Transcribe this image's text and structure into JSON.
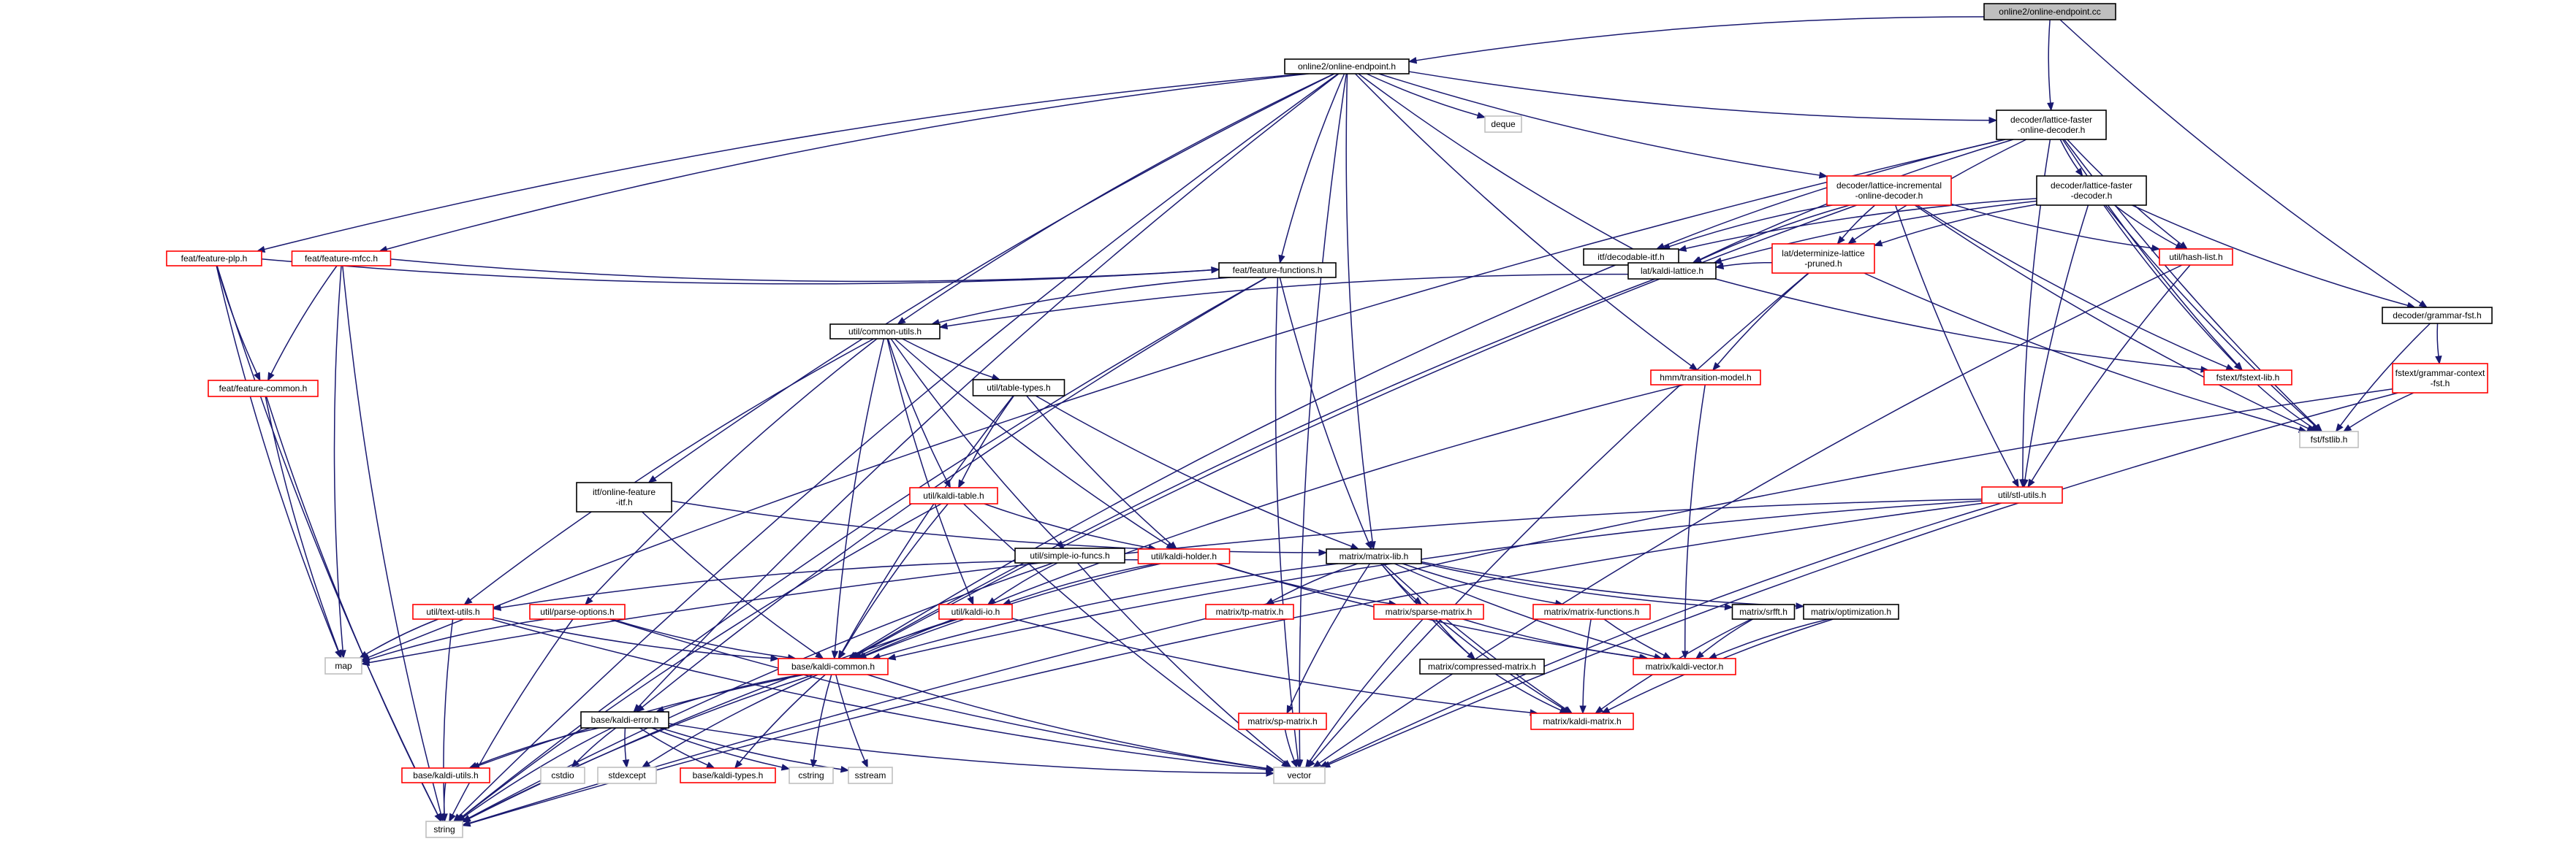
{
  "title": "online2/online-endpoint.cc include dependency graph",
  "colors": {
    "edge": "#191970",
    "root_fill": "#bfbfbf",
    "black_border": "#000000",
    "red_border": "#ff0000",
    "gray_border": "#bfbfbf"
  },
  "nodes": [
    {
      "id": "root",
      "label": [
        "online2/online-endpoint.cc"
      ],
      "style": "root"
    },
    {
      "id": "endpoint_h",
      "label": [
        "online2/online-endpoint.h"
      ],
      "style": "black"
    },
    {
      "id": "deque",
      "label": [
        "deque"
      ],
      "style": "gray"
    },
    {
      "id": "lfod",
      "label": [
        "decoder/lattice-faster",
        "-online-decoder.h"
      ],
      "style": "black"
    },
    {
      "id": "grammar_fst",
      "label": [
        "decoder/grammar-fst.h"
      ],
      "style": "black"
    },
    {
      "id": "lid",
      "label": [
        "decoder/lattice-incremental",
        "-online-decoder.h"
      ],
      "style": "red"
    },
    {
      "id": "lfd",
      "label": [
        "decoder/lattice-faster",
        "-decoder.h"
      ],
      "style": "black"
    },
    {
      "id": "feat_plp",
      "label": [
        "feat/feature-plp.h"
      ],
      "style": "red"
    },
    {
      "id": "feat_mfcc",
      "label": [
        "feat/feature-mfcc.h"
      ],
      "style": "red"
    },
    {
      "id": "decodable_itf",
      "label": [
        "itf/decodable-itf.h"
      ],
      "style": "black"
    },
    {
      "id": "hash_list",
      "label": [
        "util/hash-list.h"
      ],
      "style": "red"
    },
    {
      "id": "det_lat",
      "label": [
        "lat/determinize-lattice",
        "-pruned.h"
      ],
      "style": "red"
    },
    {
      "id": "feat_func",
      "label": [
        "feat/feature-functions.h"
      ],
      "style": "black"
    },
    {
      "id": "kaldi_lattice",
      "label": [
        "lat/kaldi-lattice.h"
      ],
      "style": "black"
    },
    {
      "id": "gram_ctx",
      "label": [
        "fstext/grammar-context",
        "-fst.h"
      ],
      "style": "red"
    },
    {
      "id": "common_utils",
      "label": [
        "util/common-utils.h"
      ],
      "style": "black"
    },
    {
      "id": "trans_model",
      "label": [
        "hmm/transition-model.h"
      ],
      "style": "red"
    },
    {
      "id": "fstext_lib",
      "label": [
        "fstext/fstext-lib.h"
      ],
      "style": "red"
    },
    {
      "id": "feat_common",
      "label": [
        "feat/feature-common.h"
      ],
      "style": "red"
    },
    {
      "id": "table_types",
      "label": [
        "util/table-types.h"
      ],
      "style": "black"
    },
    {
      "id": "fstlib",
      "label": [
        "fst/fstlib.h"
      ],
      "style": "gray"
    },
    {
      "id": "online_feat_itf",
      "label": [
        "itf/online-feature",
        "-itf.h"
      ],
      "style": "black"
    },
    {
      "id": "kaldi_table",
      "label": [
        "util/kaldi-table.h"
      ],
      "style": "red"
    },
    {
      "id": "stl_utils",
      "label": [
        "util/stl-utils.h"
      ],
      "style": "red"
    },
    {
      "id": "simple_io",
      "label": [
        "util/simple-io-funcs.h"
      ],
      "style": "black"
    },
    {
      "id": "matrix_lib",
      "label": [
        "matrix/matrix-lib.h"
      ],
      "style": "black"
    },
    {
      "id": "kaldi_holder",
      "label": [
        "util/kaldi-holder.h"
      ],
      "style": "red"
    },
    {
      "id": "text_utils",
      "label": [
        "util/text-utils.h"
      ],
      "style": "red"
    },
    {
      "id": "parse_options",
      "label": [
        "util/parse-options.h"
      ],
      "style": "red"
    },
    {
      "id": "kaldi_io",
      "label": [
        "util/kaldi-io.h"
      ],
      "style": "red"
    },
    {
      "id": "tp_matrix",
      "label": [
        "matrix/tp-matrix.h"
      ],
      "style": "red"
    },
    {
      "id": "sparse_matrix",
      "label": [
        "matrix/sparse-matrix.h"
      ],
      "style": "red"
    },
    {
      "id": "matrix_functions",
      "label": [
        "matrix/matrix-functions.h"
      ],
      "style": "red"
    },
    {
      "id": "srfft",
      "label": [
        "matrix/srfft.h"
      ],
      "style": "black"
    },
    {
      "id": "optimization",
      "label": [
        "matrix/optimization.h"
      ],
      "style": "black"
    },
    {
      "id": "map",
      "label": [
        "map"
      ],
      "style": "gray"
    },
    {
      "id": "kaldi_common",
      "label": [
        "base/kaldi-common.h"
      ],
      "style": "red"
    },
    {
      "id": "compressed_matrix",
      "label": [
        "matrix/compressed-matrix.h"
      ],
      "style": "black"
    },
    {
      "id": "kaldi_vector",
      "label": [
        "matrix/kaldi-vector.h"
      ],
      "style": "red"
    },
    {
      "id": "kaldi_error",
      "label": [
        "base/kaldi-error.h"
      ],
      "style": "black"
    },
    {
      "id": "sp_matrix",
      "label": [
        "matrix/sp-matrix.h"
      ],
      "style": "red"
    },
    {
      "id": "kaldi_matrix",
      "label": [
        "matrix/kaldi-matrix.h"
      ],
      "style": "red"
    },
    {
      "id": "kaldi_utils",
      "label": [
        "base/kaldi-utils.h"
      ],
      "style": "red"
    },
    {
      "id": "cstdio",
      "label": [
        "cstdio"
      ],
      "style": "gray"
    },
    {
      "id": "stdexcept",
      "label": [
        "stdexcept"
      ],
      "style": "gray"
    },
    {
      "id": "kaldi_types",
      "label": [
        "base/kaldi-types.h"
      ],
      "style": "red"
    },
    {
      "id": "cstring",
      "label": [
        "cstring"
      ],
      "style": "gray"
    },
    {
      "id": "sstream",
      "label": [
        "sstream"
      ],
      "style": "gray"
    },
    {
      "id": "vector",
      "label": [
        "vector"
      ],
      "style": "gray"
    },
    {
      "id": "string",
      "label": [
        "string"
      ],
      "style": "gray"
    }
  ],
  "edges": [
    [
      "root",
      "endpoint_h"
    ],
    [
      "root",
      "lfod"
    ],
    [
      "root",
      "grammar_fst"
    ],
    [
      "endpoint_h",
      "deque"
    ],
    [
      "endpoint_h",
      "lfod"
    ],
    [
      "endpoint_h",
      "lid"
    ],
    [
      "endpoint_h",
      "feat_plp"
    ],
    [
      "endpoint_h",
      "feat_mfcc"
    ],
    [
      "endpoint_h",
      "feat_func"
    ],
    [
      "endpoint_h",
      "common_utils"
    ],
    [
      "endpoint_h",
      "online_feat_itf"
    ],
    [
      "endpoint_h",
      "kaldi_lattice"
    ],
    [
      "endpoint_h",
      "trans_model"
    ],
    [
      "endpoint_h",
      "matrix_lib"
    ],
    [
      "endpoint_h",
      "kaldi_error"
    ],
    [
      "endpoint_h",
      "vector"
    ],
    [
      "endpoint_h",
      "string"
    ],
    [
      "lfod",
      "lfd"
    ],
    [
      "lfod",
      "decodable_itf"
    ],
    [
      "lfod",
      "hash_list"
    ],
    [
      "lfod",
      "det_lat"
    ],
    [
      "lfod",
      "kaldi_lattice"
    ],
    [
      "lfod",
      "stl_utils"
    ],
    [
      "lfod",
      "fstext_lib"
    ],
    [
      "lfod",
      "fstlib"
    ],
    [
      "lfod",
      "map"
    ],
    [
      "lid",
      "decodable_itf"
    ],
    [
      "lid",
      "hash_list"
    ],
    [
      "lid",
      "det_lat"
    ],
    [
      "lid",
      "kaldi_lattice"
    ],
    [
      "lid",
      "fstext_lib"
    ],
    [
      "lid",
      "stl_utils"
    ],
    [
      "lid",
      "fstlib"
    ],
    [
      "lid",
      "kaldi_common"
    ],
    [
      "lfd",
      "decodable_itf"
    ],
    [
      "lfd",
      "hash_list"
    ],
    [
      "lfd",
      "det_lat"
    ],
    [
      "lfd",
      "kaldi_lattice"
    ],
    [
      "lfd",
      "fstext_lib"
    ],
    [
      "lfd",
      "stl_utils"
    ],
    [
      "lfd",
      "fstlib"
    ],
    [
      "lfd",
      "grammar_fst"
    ],
    [
      "grammar_fst",
      "gram_ctx"
    ],
    [
      "grammar_fst",
      "fstlib"
    ],
    [
      "gram_ctx",
      "fstlib"
    ],
    [
      "gram_ctx",
      "vector"
    ],
    [
      "gram_ctx",
      "string"
    ],
    [
      "feat_plp",
      "feat_common"
    ],
    [
      "feat_plp",
      "feat_func"
    ],
    [
      "feat_plp",
      "map"
    ],
    [
      "feat_plp",
      "string"
    ],
    [
      "feat_mfcc",
      "feat_common"
    ],
    [
      "feat_mfcc",
      "feat_func"
    ],
    [
      "feat_mfcc",
      "map"
    ],
    [
      "feat_mfcc",
      "string"
    ],
    [
      "feat_common",
      "map"
    ],
    [
      "feat_common",
      "string"
    ],
    [
      "decodable_itf",
      "kaldi_common"
    ],
    [
      "hash_list",
      "stl_utils"
    ],
    [
      "hash_list",
      "vector"
    ],
    [
      "det_lat",
      "kaldi_lattice"
    ],
    [
      "det_lat",
      "trans_model"
    ],
    [
      "det_lat",
      "fstlib"
    ],
    [
      "det_lat",
      "vector"
    ],
    [
      "feat_func",
      "common_utils"
    ],
    [
      "feat_func",
      "matrix_lib"
    ],
    [
      "feat_func",
      "vector"
    ],
    [
      "feat_func",
      "string"
    ],
    [
      "feat_func",
      "kaldi_error"
    ],
    [
      "kaldi_lattice",
      "fstext_lib"
    ],
    [
      "kaldi_lattice",
      "common_utils"
    ],
    [
      "kaldi_lattice",
      "kaldi_common"
    ],
    [
      "trans_model",
      "kaldi_common"
    ],
    [
      "trans_model",
      "kaldi_vector"
    ],
    [
      "fstext_lib",
      "fstlib"
    ],
    [
      "common_utils",
      "table_types"
    ],
    [
      "common_utils",
      "kaldi_table"
    ],
    [
      "common_utils",
      "simple_io"
    ],
    [
      "common_utils",
      "kaldi_holder"
    ],
    [
      "common_utils",
      "kaldi_io"
    ],
    [
      "common_utils",
      "text_utils"
    ],
    [
      "common_utils",
      "parse_options"
    ],
    [
      "common_utils",
      "kaldi_common"
    ],
    [
      "table_types",
      "kaldi_table"
    ],
    [
      "table_types",
      "kaldi_holder"
    ],
    [
      "table_types",
      "matrix_lib"
    ],
    [
      "table_types",
      "kaldi_common"
    ],
    [
      "kaldi_table",
      "kaldi_holder"
    ],
    [
      "kaldi_table",
      "kaldi_common"
    ],
    [
      "kaldi_table",
      "vector"
    ],
    [
      "kaldi_table",
      "string"
    ],
    [
      "online_feat_itf",
      "kaldi_common"
    ],
    [
      "online_feat_itf",
      "matrix_lib"
    ],
    [
      "stl_utils",
      "map"
    ],
    [
      "stl_utils",
      "kaldi_common"
    ],
    [
      "stl_utils",
      "vector"
    ],
    [
      "stl_utils",
      "string"
    ],
    [
      "simple_io",
      "kaldi_io"
    ],
    [
      "simple_io",
      "vector"
    ],
    [
      "simple_io",
      "string"
    ],
    [
      "matrix_lib",
      "tp_matrix"
    ],
    [
      "matrix_lib",
      "sparse_matrix"
    ],
    [
      "matrix_lib",
      "matrix_functions"
    ],
    [
      "matrix_lib",
      "srfft"
    ],
    [
      "matrix_lib",
      "optimization"
    ],
    [
      "matrix_lib",
      "compressed_matrix"
    ],
    [
      "matrix_lib",
      "kaldi_vector"
    ],
    [
      "matrix_lib",
      "kaldi_matrix"
    ],
    [
      "matrix_lib",
      "sp_matrix"
    ],
    [
      "matrix_lib",
      "kaldi_common"
    ],
    [
      "kaldi_holder",
      "kaldi_io"
    ],
    [
      "kaldi_holder",
      "text_utils"
    ],
    [
      "kaldi_holder",
      "sparse_matrix"
    ],
    [
      "kaldi_holder",
      "kaldi_vector"
    ],
    [
      "kaldi_holder",
      "kaldi_common"
    ],
    [
      "text_utils",
      "map"
    ],
    [
      "text_utils",
      "kaldi_common"
    ],
    [
      "text_utils",
      "vector"
    ],
    [
      "text_utils",
      "string"
    ],
    [
      "parse_options",
      "map"
    ],
    [
      "parse_options",
      "kaldi_common"
    ],
    [
      "parse_options",
      "vector"
    ],
    [
      "parse_options",
      "string"
    ],
    [
      "kaldi_io",
      "kaldi_common"
    ],
    [
      "kaldi_io",
      "kaldi_matrix"
    ],
    [
      "kaldi_io",
      "string"
    ],
    [
      "sparse_matrix",
      "compressed_matrix"
    ],
    [
      "sparse_matrix",
      "kaldi_vector"
    ],
    [
      "sparse_matrix",
      "kaldi_matrix"
    ],
    [
      "sparse_matrix",
      "vector"
    ],
    [
      "matrix_functions",
      "kaldi_vector"
    ],
    [
      "matrix_functions",
      "kaldi_matrix"
    ],
    [
      "srfft",
      "kaldi_vector"
    ],
    [
      "srfft",
      "kaldi_matrix"
    ],
    [
      "optimization",
      "kaldi_vector"
    ],
    [
      "optimization",
      "kaldi_matrix"
    ],
    [
      "compressed_matrix",
      "kaldi_matrix"
    ],
    [
      "sp_matrix",
      "vector"
    ],
    [
      "kaldi_common",
      "kaldi_error"
    ],
    [
      "kaldi_common",
      "kaldi_utils"
    ],
    [
      "kaldi_common",
      "kaldi_types"
    ],
    [
      "kaldi_common",
      "stdexcept"
    ],
    [
      "kaldi_common",
      "cstring"
    ],
    [
      "kaldi_common",
      "sstream"
    ],
    [
      "kaldi_common",
      "vector"
    ],
    [
      "kaldi_common",
      "string"
    ],
    [
      "kaldi_error",
      "kaldi_utils"
    ],
    [
      "kaldi_error",
      "kaldi_types"
    ],
    [
      "kaldi_error",
      "cstdio"
    ],
    [
      "kaldi_error",
      "stdexcept"
    ],
    [
      "kaldi_error",
      "cstring"
    ],
    [
      "kaldi_error",
      "sstream"
    ],
    [
      "kaldi_error",
      "vector"
    ],
    [
      "kaldi_error",
      "string"
    ],
    [
      "kaldi_utils",
      "string"
    ]
  ]
}
